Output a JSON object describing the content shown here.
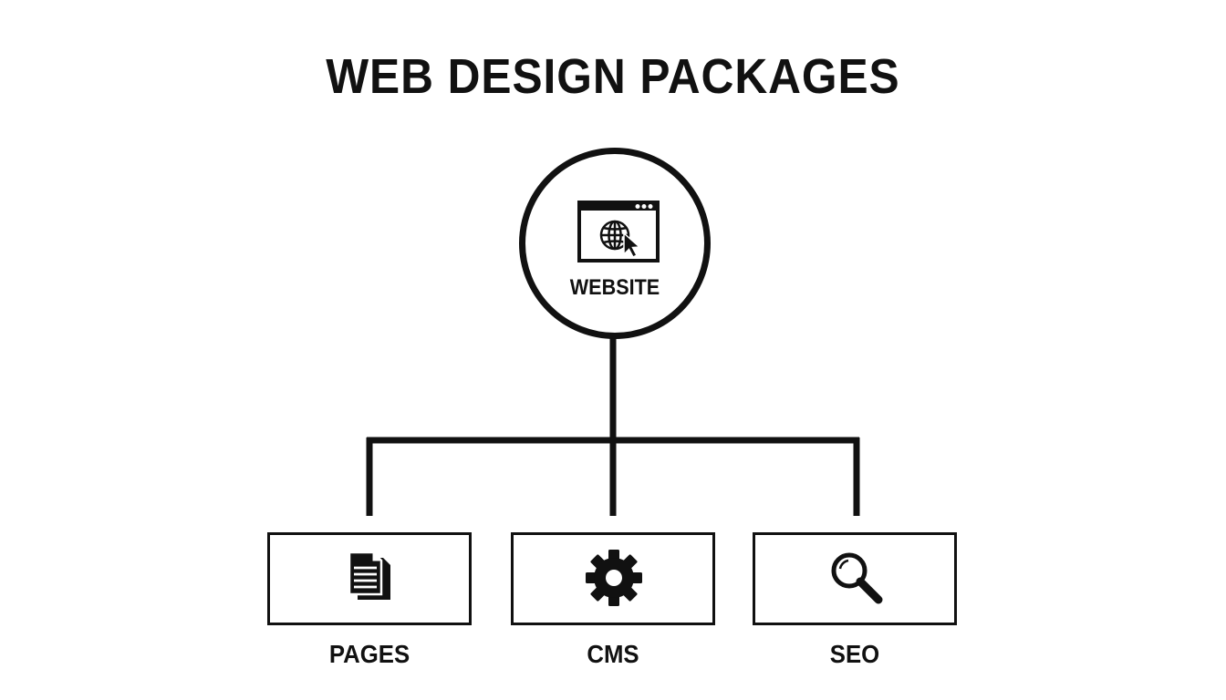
{
  "title": "WEB DESIGN PACKAGES",
  "root": {
    "label": "WEBSITE",
    "icon": "browser-globe-cursor-icon"
  },
  "children": [
    {
      "label": "PAGES",
      "icon": "documents-icon"
    },
    {
      "label": "CMS",
      "icon": "gear-icon"
    },
    {
      "label": "SEO",
      "icon": "magnifier-icon"
    }
  ],
  "colors": {
    "stroke": "#111111",
    "background": "#ffffff"
  }
}
